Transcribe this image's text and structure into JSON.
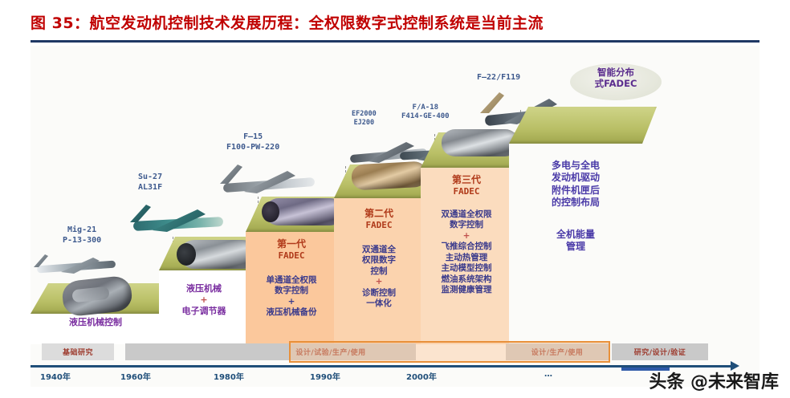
{
  "figure": {
    "title": "图 35：航空发动机控制技术发展历程：全权限数字式控制系统是当前主流",
    "title_color": "#C00000",
    "rule_color": "#1F3864",
    "watermark": "头条 @未来智库"
  },
  "steps": [
    {
      "id": "step-1",
      "gen_title": "",
      "gen_sub": "",
      "body_lines": [
        "液压机械控制"
      ],
      "label_color": "#7A2EA0",
      "tread_color": "#B8BE6B"
    },
    {
      "id": "step-2",
      "gen_title": "",
      "gen_sub": "",
      "body_lines": [
        "液压机械",
        "+",
        "电子调节器"
      ],
      "label_color": "#7A2EA0",
      "tread_color": "#B8BE6B"
    },
    {
      "id": "step-3",
      "gen_title": "第一代",
      "gen_sub": "FADEC",
      "body_lines": [
        "单通道全权限",
        "数字控制",
        "+",
        "液压机械备份"
      ],
      "label_color": "#3A3A8C",
      "tread_color": "#B8BE6B",
      "panel_color": "#FBC89C"
    },
    {
      "id": "step-4",
      "gen_title": "第二代",
      "gen_sub": "FADEC",
      "body_lines": [
        "双通道全",
        "权限数字",
        "控制",
        "+",
        "诊断控制",
        "一体化"
      ],
      "label_color": "#3A3A8C",
      "tread_color": "#B8BE6B",
      "panel_color": "#FBD3AE"
    },
    {
      "id": "step-5",
      "gen_title": "第三代",
      "gen_sub": "FADEC",
      "body_lines": [
        "双通道全权限",
        "数字控制",
        "+",
        "飞推综合控制",
        "主动热管理",
        "主动模型控制",
        "燃油系统架构",
        "监测健康管理"
      ],
      "label_color": "#3A3A8C",
      "tread_color": "#B8BE6B",
      "panel_color": "#FBDCBE"
    },
    {
      "id": "step-6",
      "gen_title": "",
      "gen_sub": "",
      "body_lines": [
        "多电与全电",
        "发动机驱动",
        "附件机匣后",
        "的控制布局",
        "",
        "全机能量",
        "管理"
      ],
      "label_color": "#4A3AA8",
      "tread_color": "#B8BE6B"
    }
  ],
  "bubble": {
    "lines": [
      "智能分布",
      "式FADEC"
    ],
    "color": "#5B2D8E"
  },
  "aircraft_callouts": [
    {
      "id": "callout-mig21",
      "lines": [
        "Mig-21",
        "P-13-300"
      ]
    },
    {
      "id": "callout-su27",
      "lines": [
        "Su-27",
        "AL31F"
      ]
    },
    {
      "id": "callout-f15",
      "lines": [
        "F—15",
        "F100-PW-220"
      ]
    },
    {
      "id": "callout-ef2000",
      "lines": [
        "EF2000",
        "EJ200"
      ]
    },
    {
      "id": "callout-fa18",
      "lines": [
        "F/A-18",
        "F414-GE-400"
      ]
    },
    {
      "id": "callout-f22",
      "lines": [
        "F—22/F119"
      ]
    }
  ],
  "phase_bars": [
    {
      "id": "phase-basic-research",
      "label": "基础研究",
      "style": "light"
    },
    {
      "id": "phase-design-test-production-use",
      "label": "设计/试验/生产/使用",
      "style": "gray"
    },
    {
      "id": "phase-design-production-use",
      "label": "设计/生产/使用",
      "style": "gray"
    },
    {
      "id": "phase-research-design-verify",
      "label": "研究/设计/验证",
      "style": "gray"
    }
  ],
  "axis": {
    "color": "#1F4E79",
    "ticks": [
      "1940年",
      "1960年",
      "1980年",
      "1990年",
      "2000年",
      "…"
    ]
  }
}
